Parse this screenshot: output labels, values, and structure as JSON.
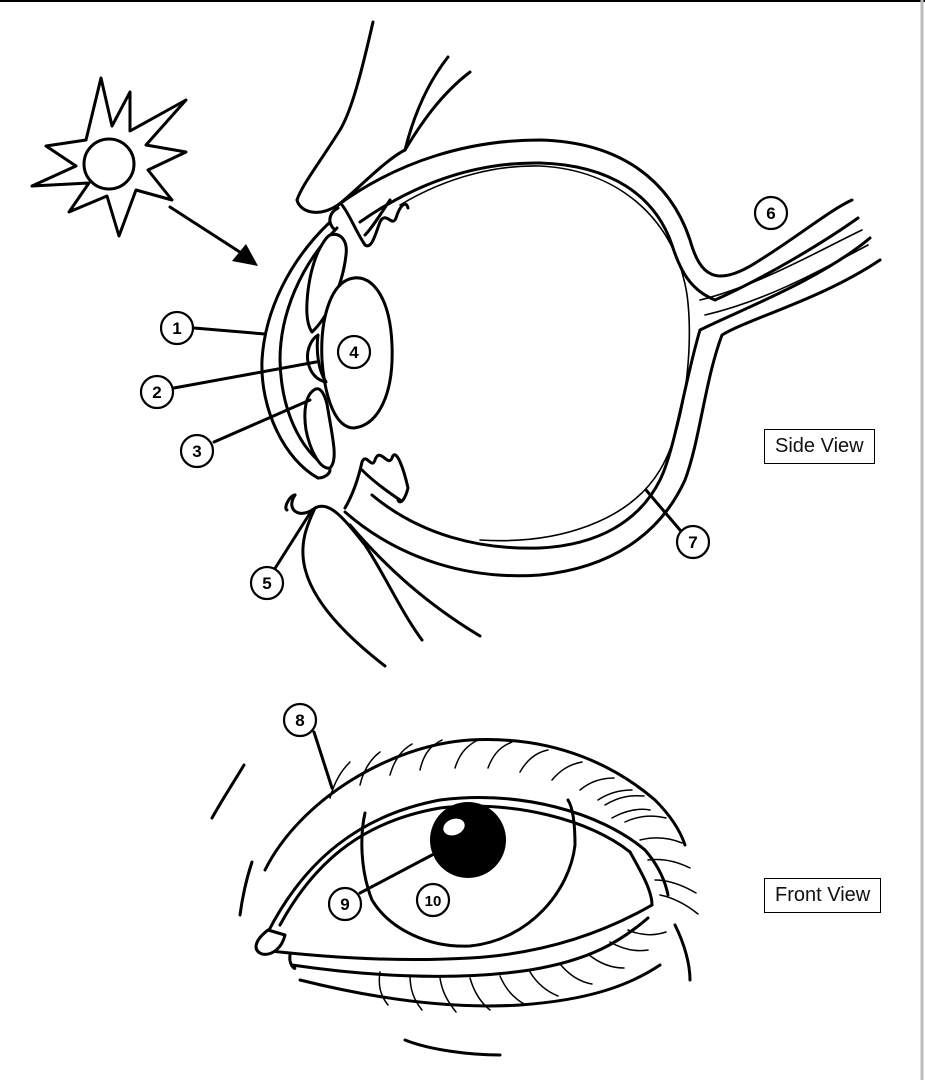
{
  "labels": {
    "side_view": "Side View",
    "front_view": "Front View"
  },
  "callouts": [
    "1",
    "2",
    "3",
    "4",
    "5",
    "6",
    "7",
    "8",
    "9",
    "10"
  ]
}
